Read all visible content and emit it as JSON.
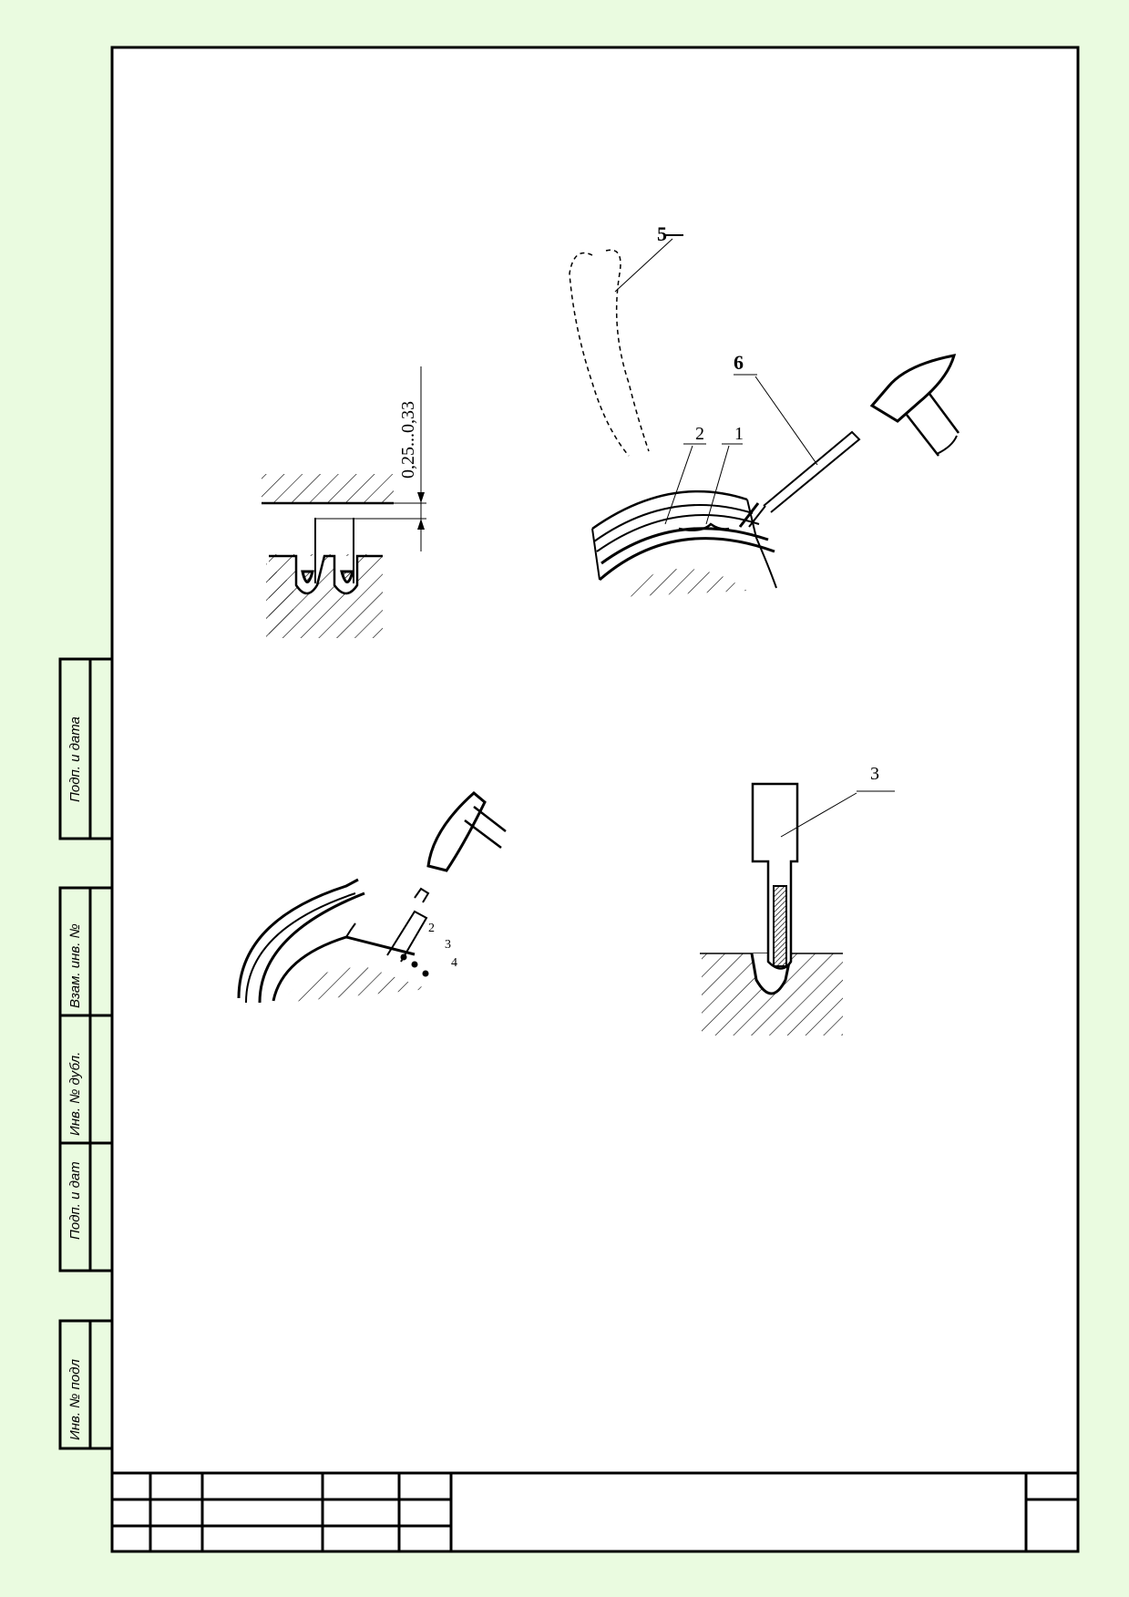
{
  "side_stamp": {
    "podp_data_1": "Подп. и дата",
    "vzam_inv": "Взам. инв. №",
    "inv_dubl": "Инв. № дубл.",
    "podp_data_2": "Подп. и дат",
    "inv_podl": "Инв. № подл"
  },
  "figures": {
    "top_left": {
      "dimension": "0,25...0,33"
    },
    "top_right": {
      "callouts": [
        "5",
        "6",
        "2",
        "1"
      ]
    },
    "bottom_left": {
      "callouts": [
        "2",
        "3",
        "4"
      ]
    },
    "bottom_right": {
      "callouts": [
        "3"
      ]
    }
  }
}
